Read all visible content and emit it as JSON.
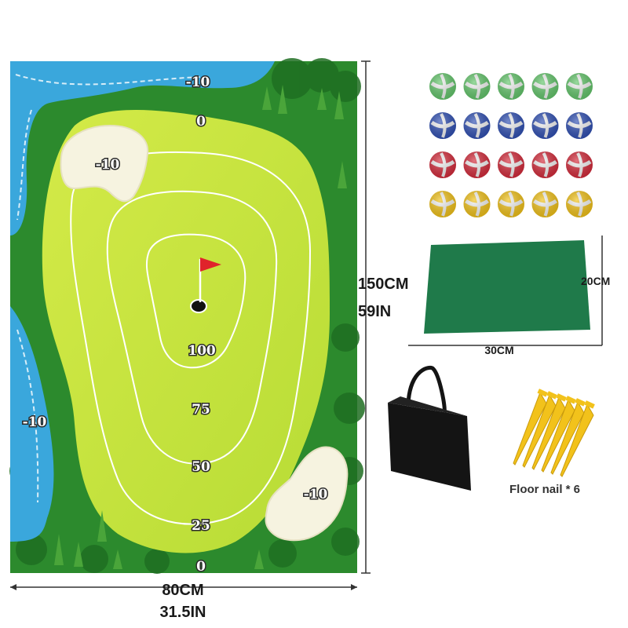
{
  "mat": {
    "scores": {
      "top": "-10",
      "top_zero": "0",
      "bunker_left": "-10",
      "water_left": "-10",
      "bunker_right": "-10",
      "ring_100": "100",
      "ring_75": "75",
      "ring_50": "50",
      "ring_25": "25",
      "bottom_zero": "0"
    }
  },
  "dimensions": {
    "mat_height_cm": "150CM",
    "mat_height_in": "59IN",
    "mat_width_cm": "80CM",
    "mat_width_in": "31.5IN",
    "pad_height": "20CM",
    "pad_width": "30CM"
  },
  "accessories": {
    "balls": {
      "rows": [
        "green",
        "blue",
        "red",
        "yellow"
      ],
      "per_row": 5,
      "colors": {
        "green": "#63c66b",
        "blue": "#2f4fb3",
        "red": "#d42a3a",
        "yellow": "#f2c218"
      }
    },
    "hitting_pad_color": "#1f7a4a",
    "tote_bag_color": "#141414",
    "floor_nail_color": "#f2c21b",
    "floor_nail_label": "Floor nail * 6"
  },
  "colors": {
    "grass_dark": "#2c8a2d",
    "grass_light": "#c3e13f",
    "water": "#3aa7dc",
    "bunker": "#f6f3e0"
  }
}
